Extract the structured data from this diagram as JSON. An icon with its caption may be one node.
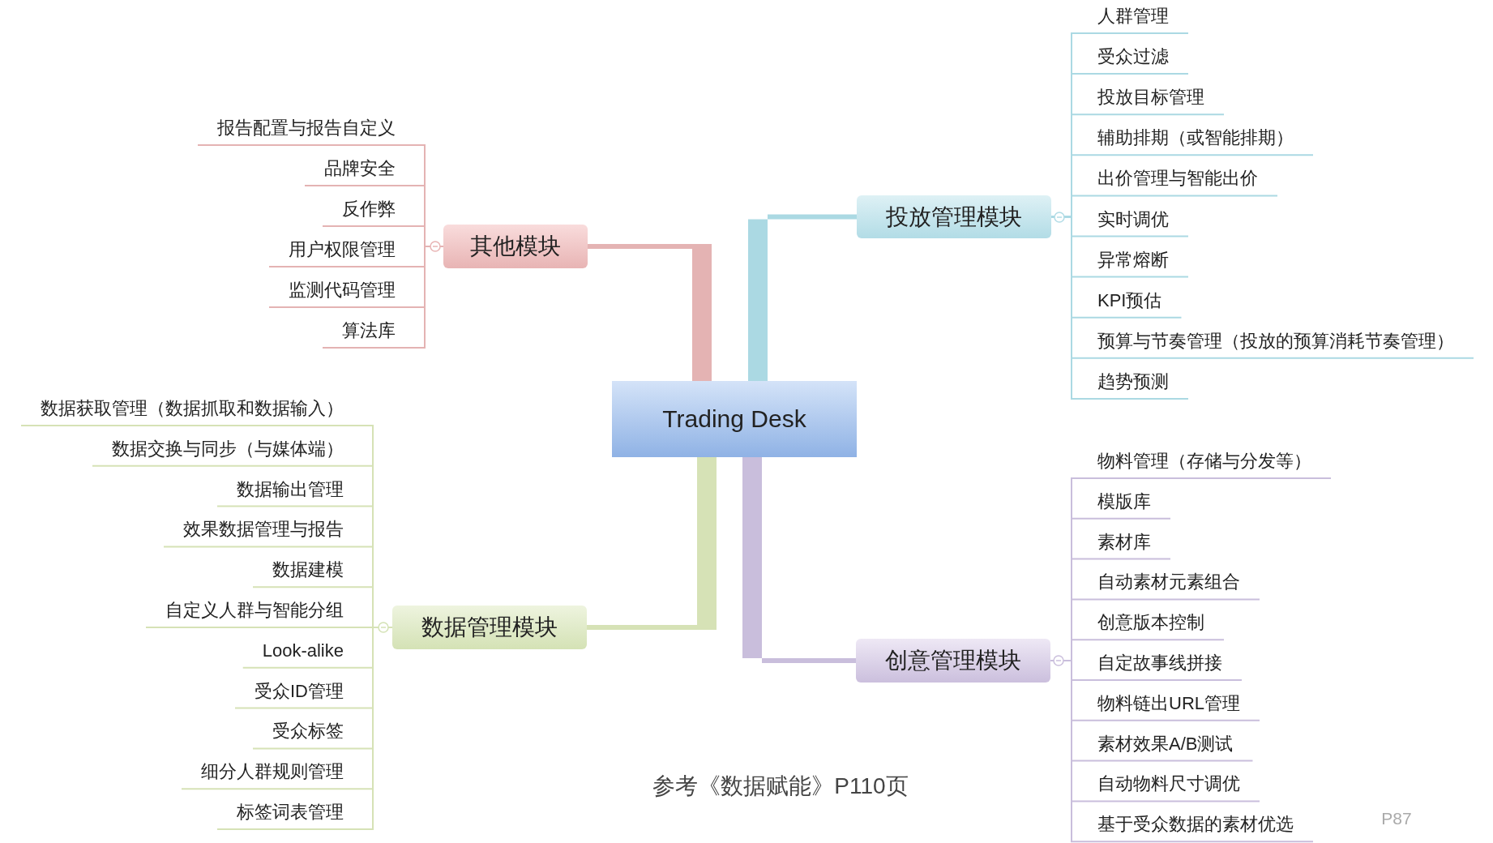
{
  "diagram": {
    "caption": "参考《数据赋能》P110页",
    "nodes": [
      {
        "text": [
          "Trading Desk"
        ]
      },
      {
        "text": [
          "其他模块"
        ]
      },
      {
        "text": [
          "报告配置与报告自定义"
        ]
      },
      {
        "text": [
          "品牌安全"
        ]
      },
      {
        "text": [
          "反作弊"
        ]
      },
      {
        "text": [
          "用户权限管理"
        ]
      },
      {
        "text": [
          "监测代码管理"
        ]
      },
      {
        "text": [
          "算法库"
        ]
      },
      {
        "text": [
          "投放管理模块"
        ]
      },
      {
        "text": [
          "人群管理"
        ]
      },
      {
        "text": [
          "受众过滤"
        ]
      },
      {
        "text": [
          "投放目标管理"
        ]
      },
      {
        "text": [
          "辅助排期（或智能排期）"
        ]
      },
      {
        "text": [
          "出价管理与智能出价"
        ]
      },
      {
        "text": [
          "实时调优"
        ]
      },
      {
        "text": [
          "异常熔断"
        ]
      },
      {
        "text": [
          "KPI预估"
        ]
      },
      {
        "text": [
          "预算与节奏管理（投放的预算消耗节奏管理）"
        ]
      },
      {
        "text": [
          "趋势预测"
        ]
      },
      {
        "text": [
          "数据管理模块"
        ]
      },
      {
        "text": [
          "数据获取管理（数据抓取和数据输入）"
        ]
      },
      {
        "text": [
          "数据交换与同步（与媒体端）"
        ]
      },
      {
        "text": [
          "数据输出管理"
        ]
      },
      {
        "text": [
          "效果数据管理与报告"
        ]
      },
      {
        "text": [
          "数据建模"
        ]
      },
      {
        "text": [
          "自定义人群与智能分组"
        ]
      },
      {
        "text": [
          "Look-alike"
        ]
      },
      {
        "text": [
          "受众ID管理"
        ]
      },
      {
        "text": [
          "受众标签"
        ]
      },
      {
        "text": [
          "细分人群规则管理"
        ]
      },
      {
        "text": [
          "标签词表管理"
        ]
      },
      {
        "text": [
          "创意管理模块"
        ]
      },
      {
        "text": [
          "物料管理（存储与分发等）"
        ]
      },
      {
        "text": [
          "模版库"
        ]
      },
      {
        "text": [
          "素材库"
        ]
      },
      {
        "text": [
          "自动素材元素组合"
        ]
      },
      {
        "text": [
          "创意版本控制"
        ]
      },
      {
        "text": [
          "自定故事线拼接"
        ]
      },
      {
        "text": [
          "物料链出URL管理"
        ]
      },
      {
        "text": [
          "素材效果A/B测试"
        ]
      },
      {
        "text": [
          "自动物料尺寸调优"
        ]
      },
      {
        "text": [
          "基于受众数据的素材优选"
        ]
      }
    ],
    "edges": [
      {
        "from": 0,
        "to": 1,
        "arrow": "none",
        "style": "thick",
        "color": "#e4b3b3"
      },
      {
        "from": 1,
        "to": 2,
        "arrow": "none",
        "color": "#e4b3b3"
      },
      {
        "from": 1,
        "to": 3,
        "arrow": "none",
        "color": "#e4b3b3"
      },
      {
        "from": 1,
        "to": 4,
        "arrow": "none",
        "color": "#e4b3b3"
      },
      {
        "from": 1,
        "to": 5,
        "arrow": "none",
        "color": "#e4b3b3"
      },
      {
        "from": 1,
        "to": 6,
        "arrow": "none",
        "color": "#e4b3b3"
      },
      {
        "from": 1,
        "to": 7,
        "arrow": "none",
        "color": "#e4b3b3"
      },
      {
        "from": 0,
        "to": 8,
        "arrow": "none",
        "style": "thick",
        "color": "#abd9e3"
      },
      {
        "from": 8,
        "to": 9,
        "arrow": "none",
        "color": "#abd9e3"
      },
      {
        "from": 8,
        "to": 10,
        "arrow": "none",
        "color": "#abd9e3"
      },
      {
        "from": 8,
        "to": 11,
        "arrow": "none",
        "color": "#abd9e3"
      },
      {
        "from": 8,
        "to": 12,
        "arrow": "none",
        "color": "#abd9e3"
      },
      {
        "from": 8,
        "to": 13,
        "arrow": "none",
        "color": "#abd9e3"
      },
      {
        "from": 8,
        "to": 14,
        "arrow": "none",
        "color": "#abd9e3"
      },
      {
        "from": 8,
        "to": 15,
        "arrow": "none",
        "color": "#abd9e3"
      },
      {
        "from": 8,
        "to": 16,
        "arrow": "none",
        "color": "#abd9e3"
      },
      {
        "from": 8,
        "to": 17,
        "arrow": "none",
        "color": "#abd9e3"
      },
      {
        "from": 8,
        "to": 18,
        "arrow": "none",
        "color": "#abd9e3"
      },
      {
        "from": 0,
        "to": 19,
        "arrow": "none",
        "style": "thick",
        "color": "#d6e2b6"
      },
      {
        "from": 19,
        "to": 20,
        "arrow": "none",
        "color": "#d6e2b6"
      },
      {
        "from": 19,
        "to": 21,
        "arrow": "none",
        "color": "#d6e2b6"
      },
      {
        "from": 19,
        "to": 22,
        "arrow": "none",
        "color": "#d6e2b6"
      },
      {
        "from": 19,
        "to": 23,
        "arrow": "none",
        "color": "#d6e2b6"
      },
      {
        "from": 19,
        "to": 24,
        "arrow": "none",
        "color": "#d6e2b6"
      },
      {
        "from": 19,
        "to": 25,
        "arrow": "none",
        "color": "#d6e2b6"
      },
      {
        "from": 19,
        "to": 26,
        "arrow": "none",
        "color": "#d6e2b6"
      },
      {
        "from": 19,
        "to": 27,
        "arrow": "none",
        "color": "#d6e2b6"
      },
      {
        "from": 19,
        "to": 28,
        "arrow": "none",
        "color": "#d6e2b6"
      },
      {
        "from": 19,
        "to": 29,
        "arrow": "none",
        "color": "#d6e2b6"
      },
      {
        "from": 19,
        "to": 30,
        "arrow": "none",
        "color": "#d6e2b6"
      },
      {
        "from": 0,
        "to": 31,
        "arrow": "none",
        "style": "thick",
        "color": "#c9bedc"
      },
      {
        "from": 31,
        "to": 32,
        "arrow": "none",
        "color": "#c9bedc"
      },
      {
        "from": 31,
        "to": 33,
        "arrow": "none",
        "color": "#c9bedc"
      },
      {
        "from": 31,
        "to": 34,
        "arrow": "none",
        "color": "#c9bedc"
      },
      {
        "from": 31,
        "to": 35,
        "arrow": "none",
        "color": "#c9bedc"
      },
      {
        "from": 31,
        "to": 36,
        "arrow": "none",
        "color": "#c9bedc"
      },
      {
        "from": 31,
        "to": 37,
        "arrow": "none",
        "color": "#c9bedc"
      },
      {
        "from": 31,
        "to": 38,
        "arrow": "none",
        "color": "#c9bedc"
      },
      {
        "from": 31,
        "to": 39,
        "arrow": "none",
        "color": "#c9bedc"
      },
      {
        "from": 31,
        "to": 40,
        "arrow": "none",
        "color": "#c9bedc"
      },
      {
        "from": 31,
        "to": 41,
        "arrow": "none",
        "color": "#c9bedc"
      }
    ],
    "labels": [
      "P87"
    ]
  }
}
